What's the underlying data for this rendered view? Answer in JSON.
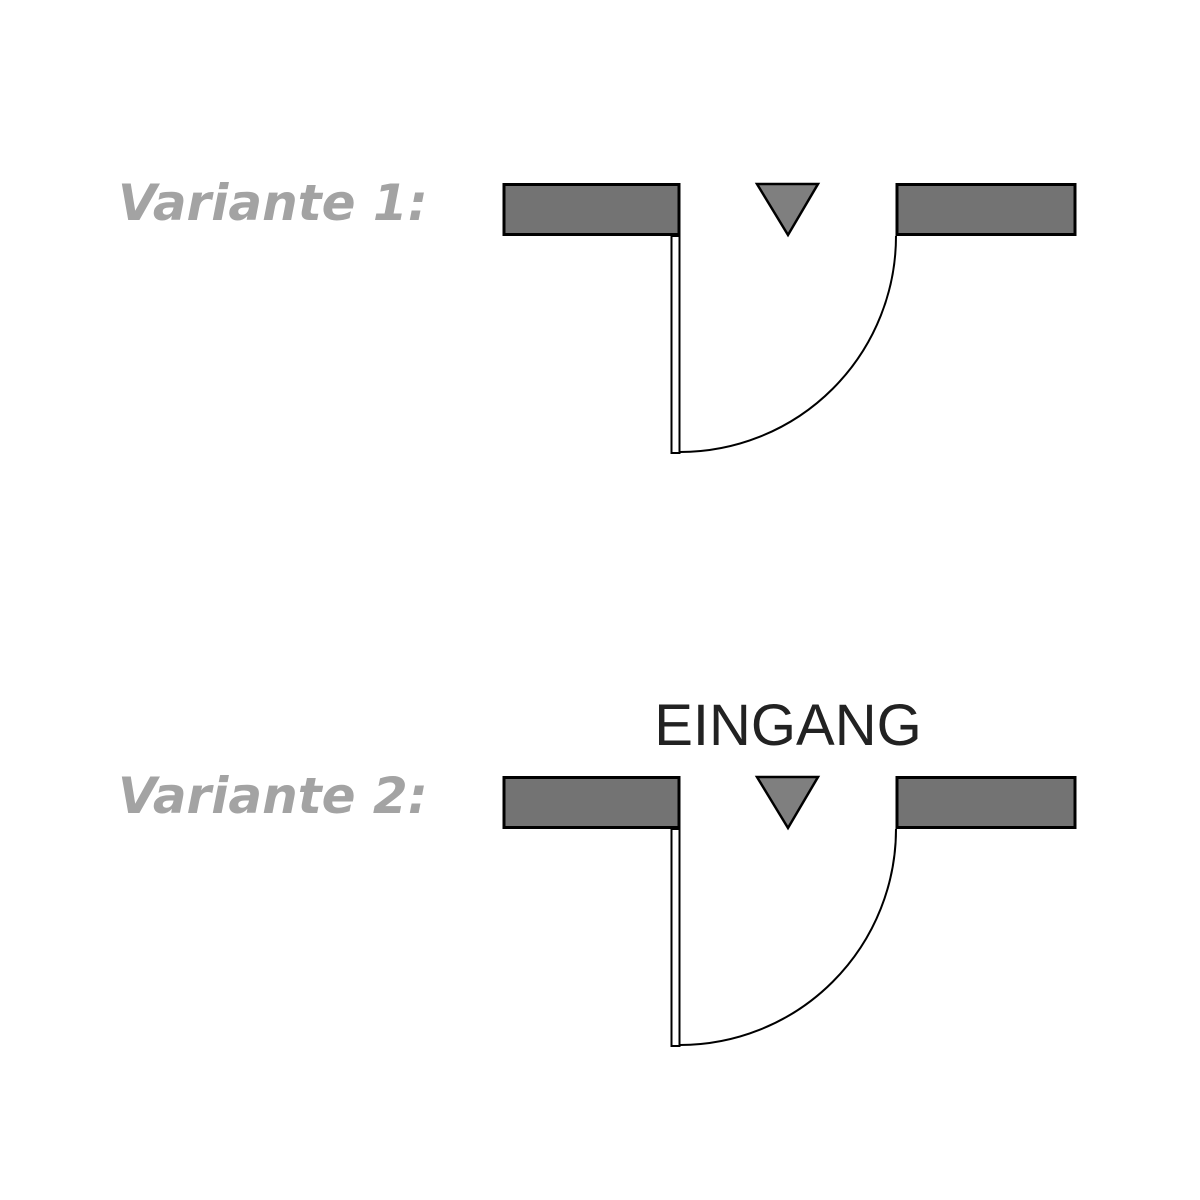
{
  "variants": [
    {
      "label": "Variante 1:"
    },
    {
      "label": "Variante 2:",
      "sign": "EINGANG"
    }
  ],
  "colors": {
    "wall": "#737373",
    "arrow": "#7f7f7f",
    "label": "#a3a3a3"
  }
}
